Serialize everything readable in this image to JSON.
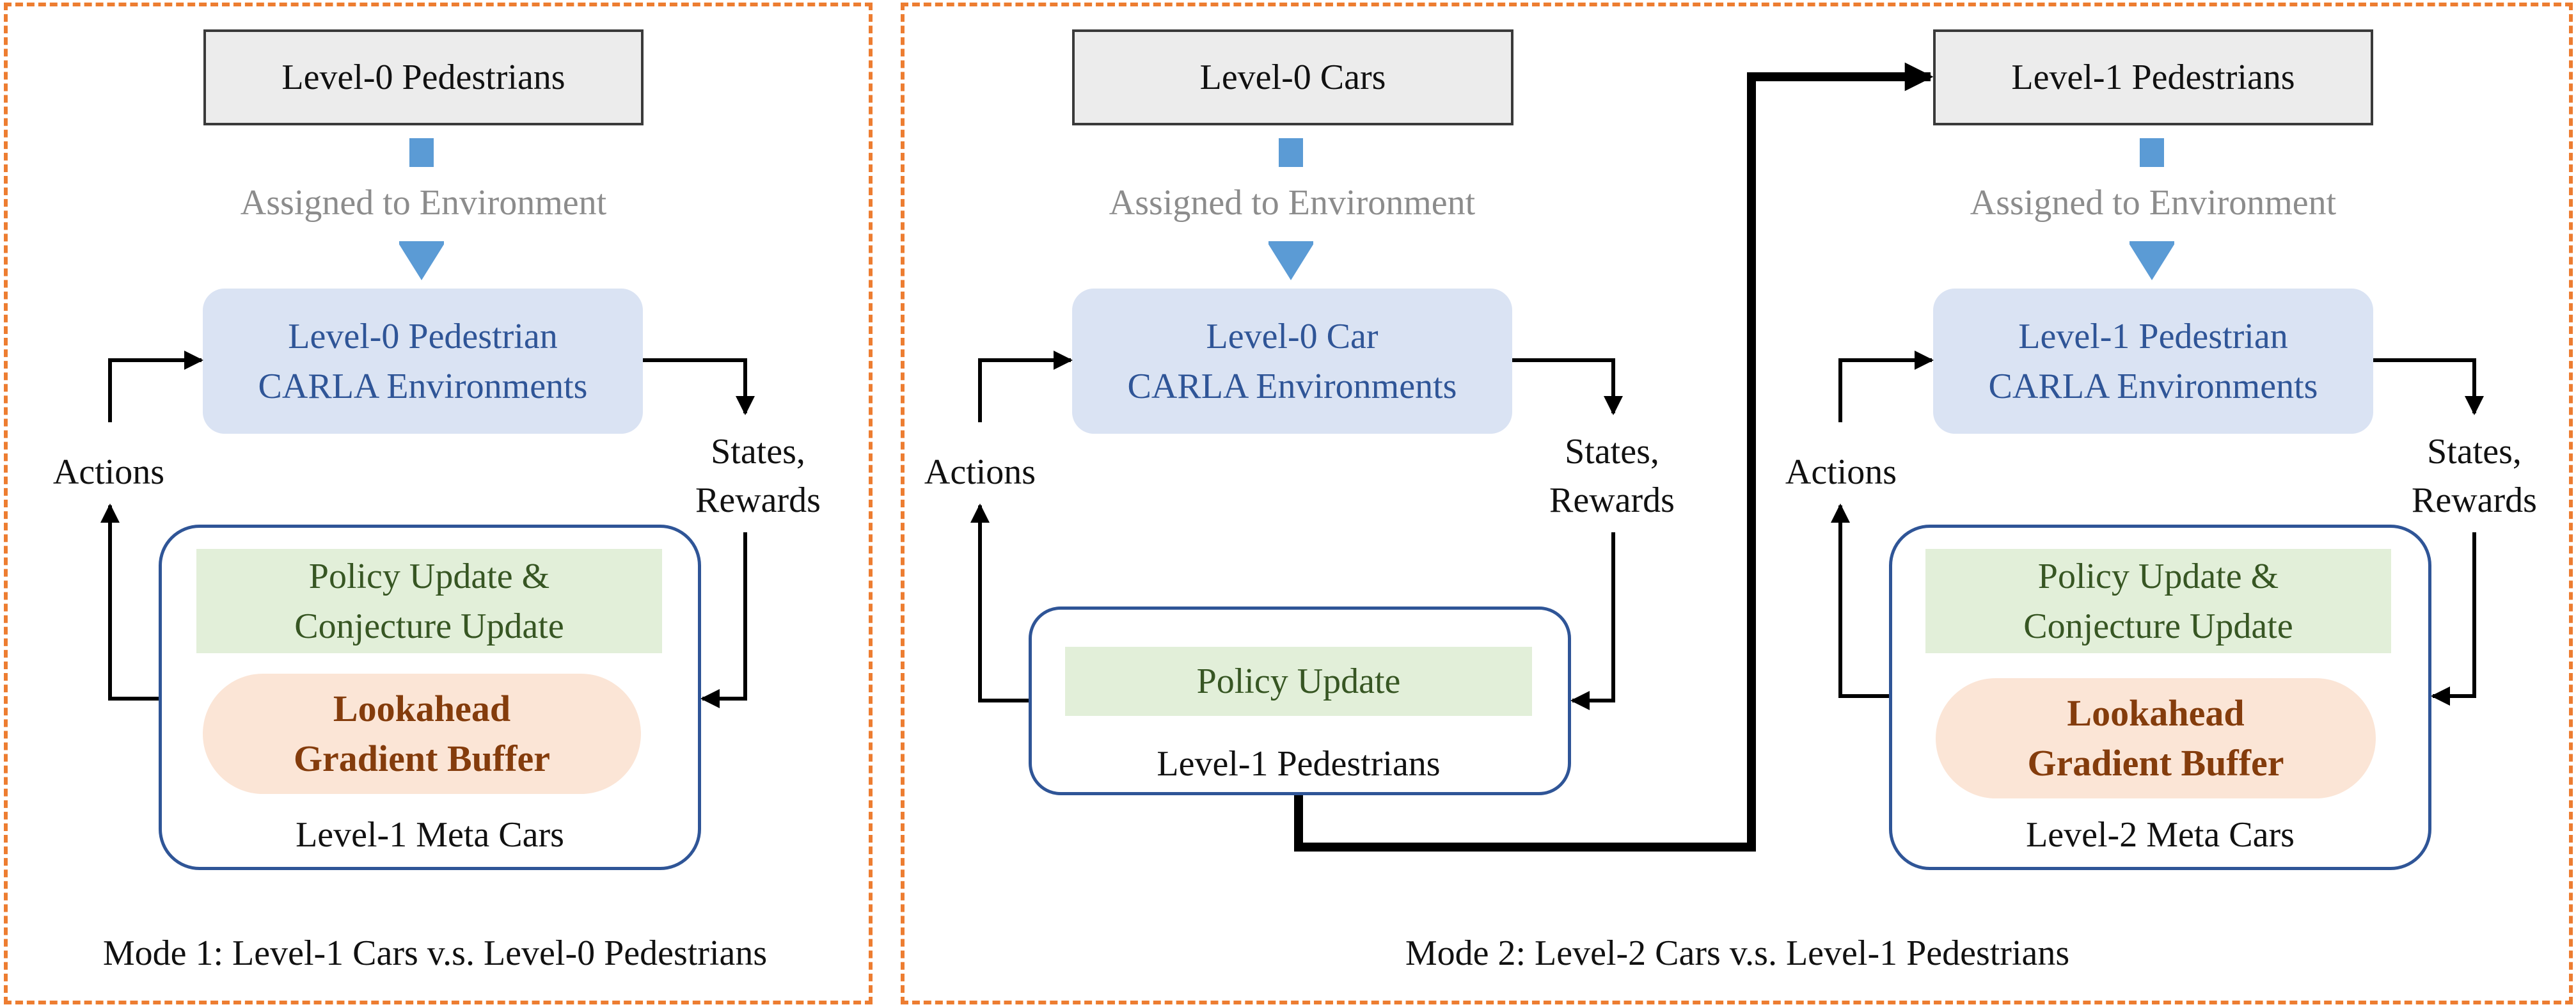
{
  "mode1": {
    "top_box": "Level-0 Pedestrians",
    "assigned": "Assigned to Environment",
    "env_line1": "Level-0 Pedestrian",
    "env_line2": "CARLA Environments",
    "actions": "Actions",
    "states_line1": "States,",
    "states_line2": "Rewards",
    "update_line1": "Policy Update &",
    "update_line2": "Conjecture Update",
    "buffer_line1": "Lookahead",
    "buffer_line2": "Gradient Buffer",
    "agent_label": "Level-1 Meta Cars",
    "caption": "Mode 1: Level-1 Cars v.s. Level-0 Pedestrians"
  },
  "mode2": {
    "cars_box": "Level-0 Cars",
    "cars_assigned": "Assigned to Environment",
    "car_env_line1": "Level-0 Car",
    "car_env_line2": "CARLA Environments",
    "left_actions": "Actions",
    "left_states_line1": "States,",
    "left_states_line2": "Rewards",
    "ped_update": "Policy Update",
    "ped_agent_label": "Level-1 Pedestrians",
    "ped_box": "Level-1 Pedestrians",
    "ped_assigned": "Assigned to Environment",
    "ped_env_line1": "Level-1 Pedestrian",
    "ped_env_line2": "CARLA Environments",
    "right_actions": "Actions",
    "right_states_line1": "States,",
    "right_states_line2": "Rewards",
    "meta_update_line1": "Policy Update &",
    "meta_update_line2": "Conjecture Update",
    "buffer_line1": "Lookahead",
    "buffer_line2": "Gradient Buffer",
    "meta_agent_label": "Level-2 Meta Cars",
    "caption": "Mode 2: Level-2 Cars v.s. Level-1 Pedestrians"
  },
  "colors": {
    "panel_border": "#ed7d31",
    "env_fill": "#dae3f3",
    "env_text": "#2f5597",
    "update_fill": "#e2efd9",
    "update_text": "#375623",
    "buffer_fill": "#fbe5d6",
    "buffer_text": "#843c0c",
    "assign_arrow": "#5b9bd5"
  }
}
